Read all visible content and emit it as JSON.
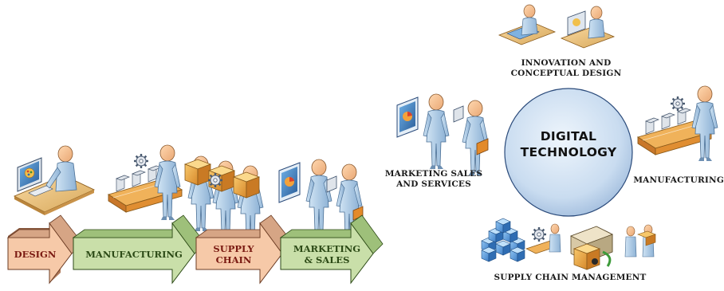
{
  "pipeline": {
    "steps": [
      {
        "label": "DESIGN"
      },
      {
        "label": "MANUFACTURING"
      },
      {
        "label": "SUPPLY\nCHAIN"
      },
      {
        "label": "MARKETING\n& SALES"
      }
    ]
  },
  "hub": {
    "center_label": "DIGITAL\nTECHNOLOGY",
    "nodes": [
      {
        "label": "INNOVATION AND\nCONCEPTUAL DESIGN"
      },
      {
        "label": "MANUFACTURING"
      },
      {
        "label": "SUPPLY CHAIN MANAGEMENT"
      },
      {
        "label": "MARKETING SALES\nAND SERVICES"
      }
    ]
  },
  "colors": {
    "arrow_design": "#f6c9a8",
    "arrow_manufacturing": "#c9dfa9",
    "arrow_supply": "#f6c9a8",
    "arrow_marketing": "#c9dfa9",
    "arrow_shadow_design": "#b07a5a",
    "arrow_shadow_green": "#6d8a4a",
    "text_dark_red": "#7a1a12",
    "text_dark_green": "#2c4a16",
    "circle_fill": "#cfe0f2",
    "circle_stroke": "#2a4a7a"
  },
  "icons": [
    "designer-at-computer-icon",
    "worker-at-conveyor-icon",
    "workers-carrying-boxes-icon",
    "people-with-chart-and-briefcase-icon",
    "designers-at-desks-icon",
    "stacked-boxes-icon",
    "delivery-truck-icon",
    "person-with-box-icon"
  ]
}
